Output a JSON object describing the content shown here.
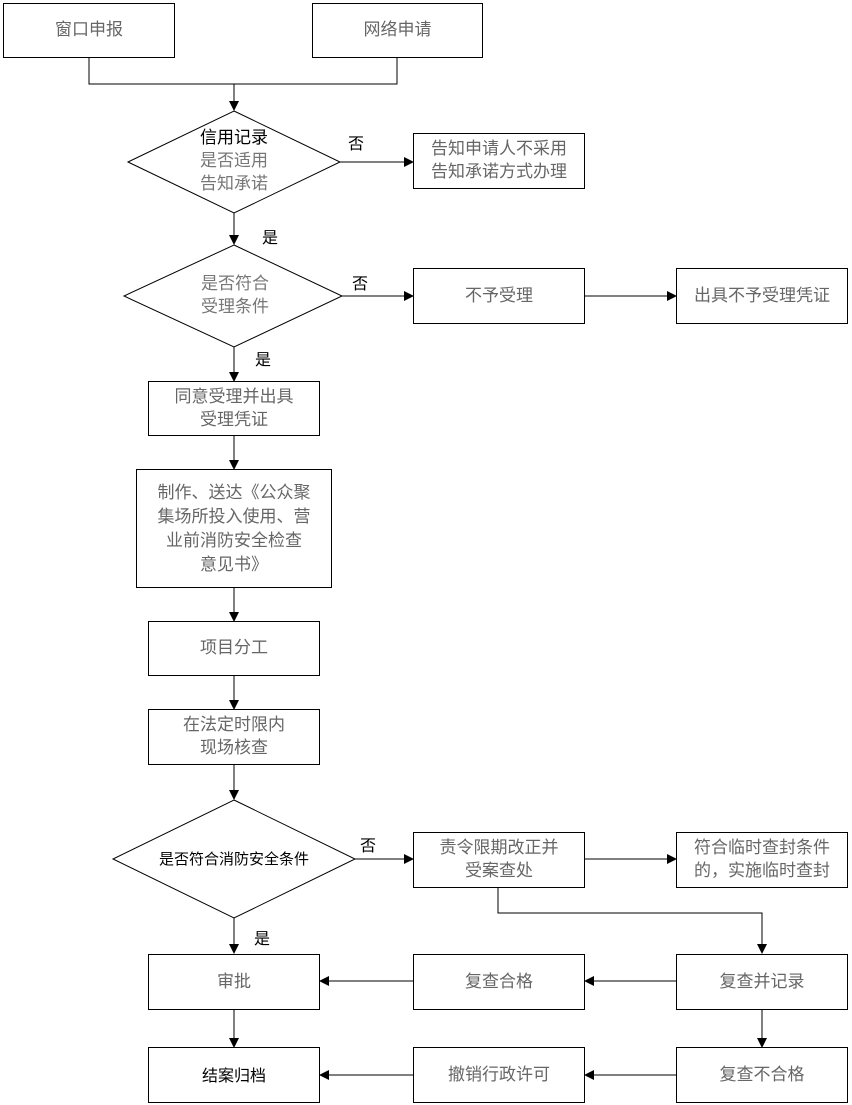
{
  "diagram": {
    "nodes": {
      "window_submit": "窗口申报",
      "online_apply": "网络申请",
      "credit_check": [
        "信用记录",
        "是否适用",
        "告知承诺"
      ],
      "notify_no_commitment": [
        "告知申请人不采用",
        "告知承诺方式办理"
      ],
      "acceptance_check": [
        "是否符合",
        "受理条件"
      ],
      "reject": "不予受理",
      "issue_reject_cert": "出具不予受理凭证",
      "accept_issue_cert": [
        "同意受理并出具",
        "受理凭证"
      ],
      "deliver_opinion": [
        "制作、送达《公众聚",
        "集场所投入使用、营",
        "业前消防安全检查",
        "意见书》"
      ],
      "assign_tasks": "项目分工",
      "onsite_check": [
        "在法定时限内",
        "现场核查"
      ],
      "fire_safety_check": "是否符合消防安全条件",
      "order_correction": [
        "责令限期改正并",
        "受案查处"
      ],
      "temp_seal": [
        "符合临时查封条件",
        "的，实施临时查封"
      ],
      "approve": "审批",
      "recheck_pass": "复查合格",
      "recheck_record": "复查并记录",
      "archive": "结案归档",
      "revoke_permit": "撤销行政许可",
      "recheck_fail": "复查不合格"
    },
    "labels": {
      "no": "否",
      "yes": "是"
    }
  }
}
